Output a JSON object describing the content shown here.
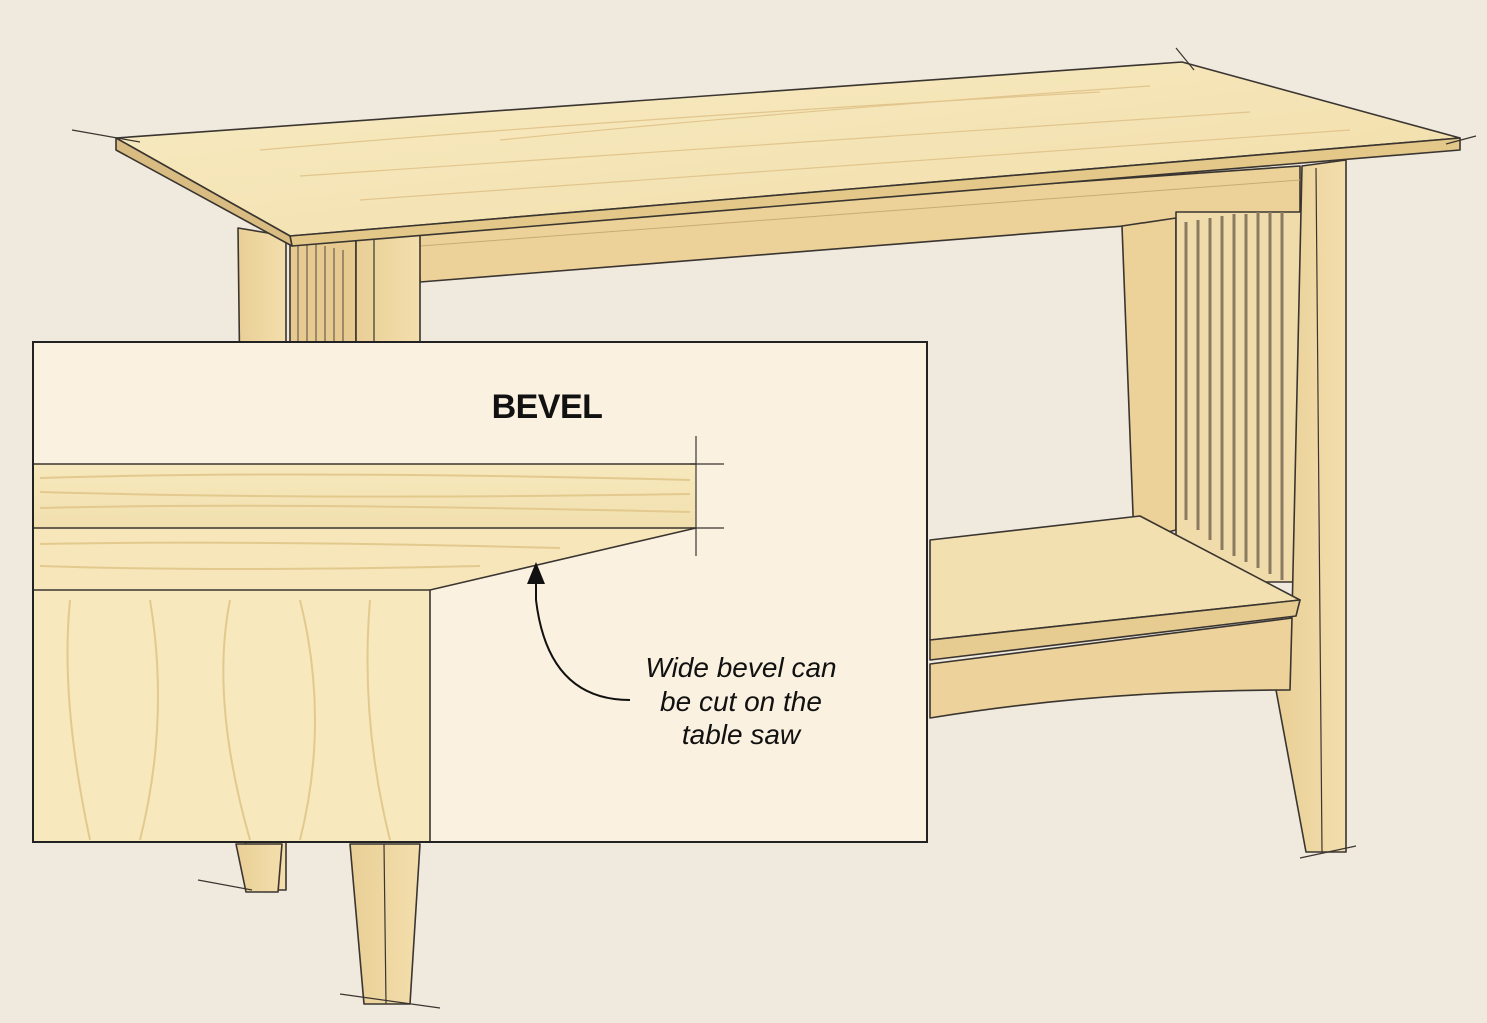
{
  "colors": {
    "background": "#efe9de",
    "wood_light": "#f6e7b8",
    "wood_mid": "#ecd39a",
    "wood_dark": "#dcb97a",
    "wood_edge": "#d9bc82",
    "slat_shadow": "#8a7a62",
    "inset_background": "#fbf1e0",
    "outline": "#3a3530"
  },
  "inset": {
    "title": "BEVEL",
    "callout_lines": [
      "Wide bevel can",
      "be cut on the",
      "table saw"
    ]
  }
}
